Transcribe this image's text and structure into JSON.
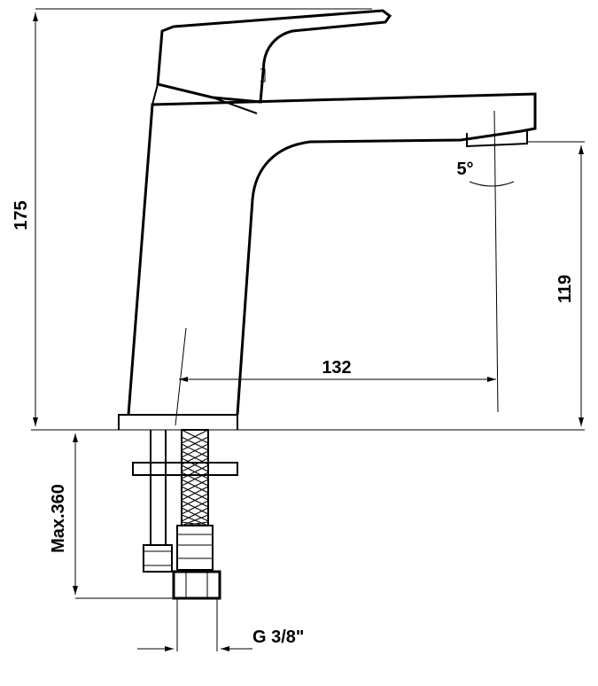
{
  "drawing": {
    "dimensions": {
      "total_height": "175",
      "spout_height": "119",
      "spout_reach": "132",
      "spout_angle": "5°",
      "hose_length": "Max.360",
      "connection_thread": "G 3/8\""
    },
    "colors": {
      "line": "#000000",
      "background": "#ffffff"
    }
  }
}
